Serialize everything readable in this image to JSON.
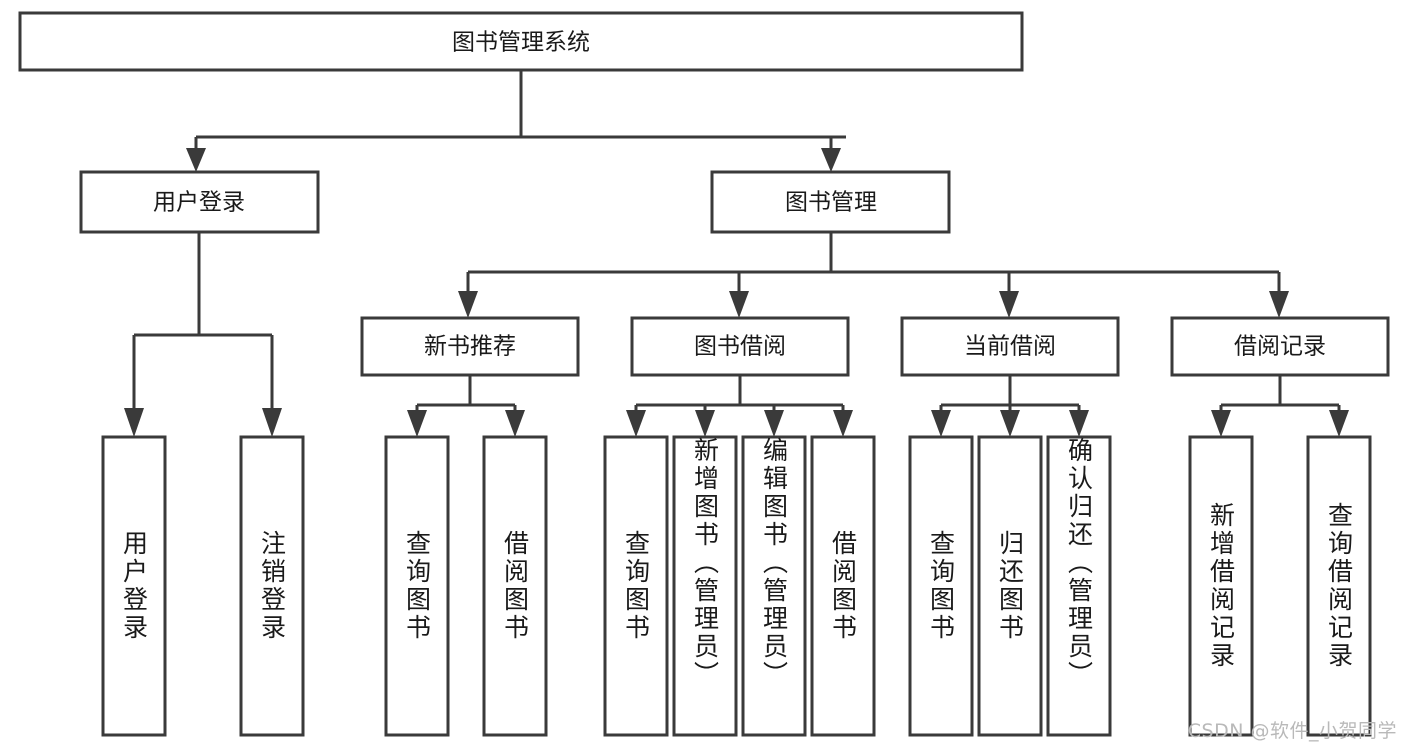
{
  "diagram": {
    "type": "tree-hierarchy",
    "title": "图书管理系统",
    "watermark": "CSDN @软件_小贺同学",
    "colors": {
      "stroke": "#3a3a3a",
      "fill": "#ffffff",
      "text": "#1a1a1a",
      "watermark": "#b9b9b9"
    },
    "root": {
      "label": "图书管理系统"
    },
    "level2": [
      {
        "label": "用户登录"
      },
      {
        "label": "图书管理"
      }
    ],
    "level3": [
      {
        "label": "新书推荐"
      },
      {
        "label": "图书借阅"
      },
      {
        "label": "当前借阅"
      },
      {
        "label": "借阅记录"
      }
    ],
    "leaves": {
      "user_login": [
        {
          "label": "用户登录"
        },
        {
          "label": "注销登录"
        }
      ],
      "new_book": [
        {
          "label": "查询图书"
        },
        {
          "label": "借阅图书"
        }
      ],
      "book_borrow": [
        {
          "label": "查询图书"
        },
        {
          "label": "新增图书（管理员）"
        },
        {
          "label": "编辑图书（管理员）"
        },
        {
          "label": "借阅图书"
        }
      ],
      "current_borrow": [
        {
          "label": "查询图书"
        },
        {
          "label": "归还图书"
        },
        {
          "label": "确认归还（管理员）"
        }
      ],
      "borrow_record": [
        {
          "label": "新增借阅记录"
        },
        {
          "label": "查询借阅记录"
        }
      ]
    }
  }
}
